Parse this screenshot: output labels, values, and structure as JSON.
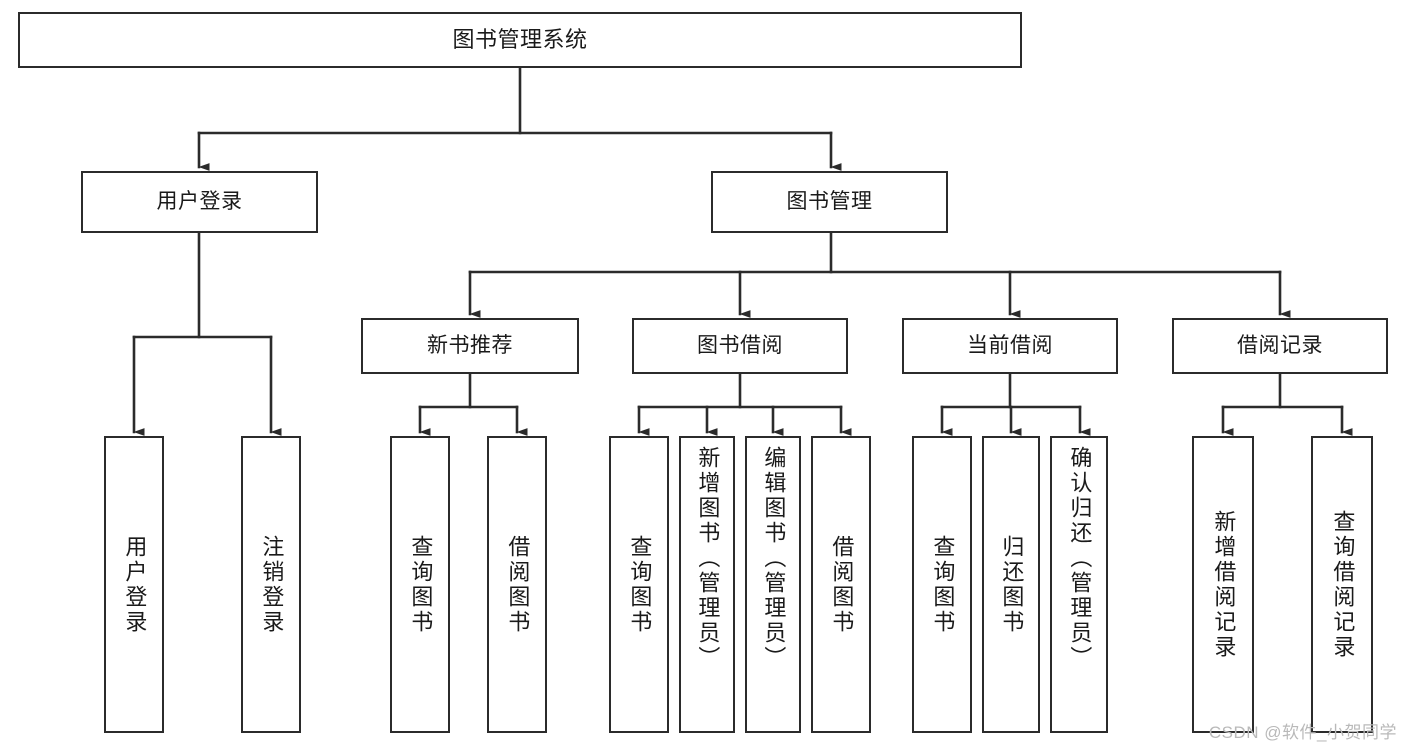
{
  "diagram": {
    "type": "hierarchy-tree",
    "title": "图书管理系统",
    "orientation": "top-down",
    "levels": 4,
    "nodes": {
      "root": {
        "label": "图书管理系统"
      },
      "level2": [
        {
          "id": "user-login",
          "label": "用户登录"
        },
        {
          "id": "book-manage",
          "label": "图书管理"
        }
      ],
      "level3": [
        {
          "id": "new-book-rec",
          "label": "新书推荐"
        },
        {
          "id": "book-borrow",
          "label": "图书借阅"
        },
        {
          "id": "current-borrow",
          "label": "当前借阅"
        },
        {
          "id": "borrow-record",
          "label": "借阅记录"
        }
      ],
      "leaves": [
        {
          "id": "leaf-user-login",
          "label": "用户登录",
          "parent": "user-login"
        },
        {
          "id": "leaf-user-logout",
          "label": "注销登录",
          "parent": "user-login"
        },
        {
          "id": "leaf-query-book-1",
          "label": "查询图书",
          "parent": "new-book-rec"
        },
        {
          "id": "leaf-borrow-book-1",
          "label": "借阅图书",
          "parent": "new-book-rec"
        },
        {
          "id": "leaf-query-book-2",
          "label": "查询图书",
          "parent": "book-borrow"
        },
        {
          "id": "leaf-add-book",
          "label": "新增图书（管理员）",
          "parent": "book-borrow"
        },
        {
          "id": "leaf-edit-book",
          "label": "编辑图书（管理员）",
          "parent": "book-borrow"
        },
        {
          "id": "leaf-borrow-book-2",
          "label": "借阅图书",
          "parent": "book-borrow"
        },
        {
          "id": "leaf-query-book-3",
          "label": "查询图书",
          "parent": "current-borrow"
        },
        {
          "id": "leaf-return-book",
          "label": "归还图书",
          "parent": "current-borrow"
        },
        {
          "id": "leaf-confirm-return",
          "label": "确认归还（管理员）",
          "parent": "current-borrow"
        },
        {
          "id": "leaf-add-record",
          "label": "新增借阅记录",
          "parent": "borrow-record"
        },
        {
          "id": "leaf-query-record",
          "label": "查询借阅记录",
          "parent": "borrow-record"
        }
      ]
    },
    "watermark": "CSDN @软件_小贺同学",
    "colors": {
      "border": "#2b2b2b",
      "background": "#ffffff",
      "text": "#1a1a1a",
      "watermark": "#b9b9b9"
    }
  }
}
